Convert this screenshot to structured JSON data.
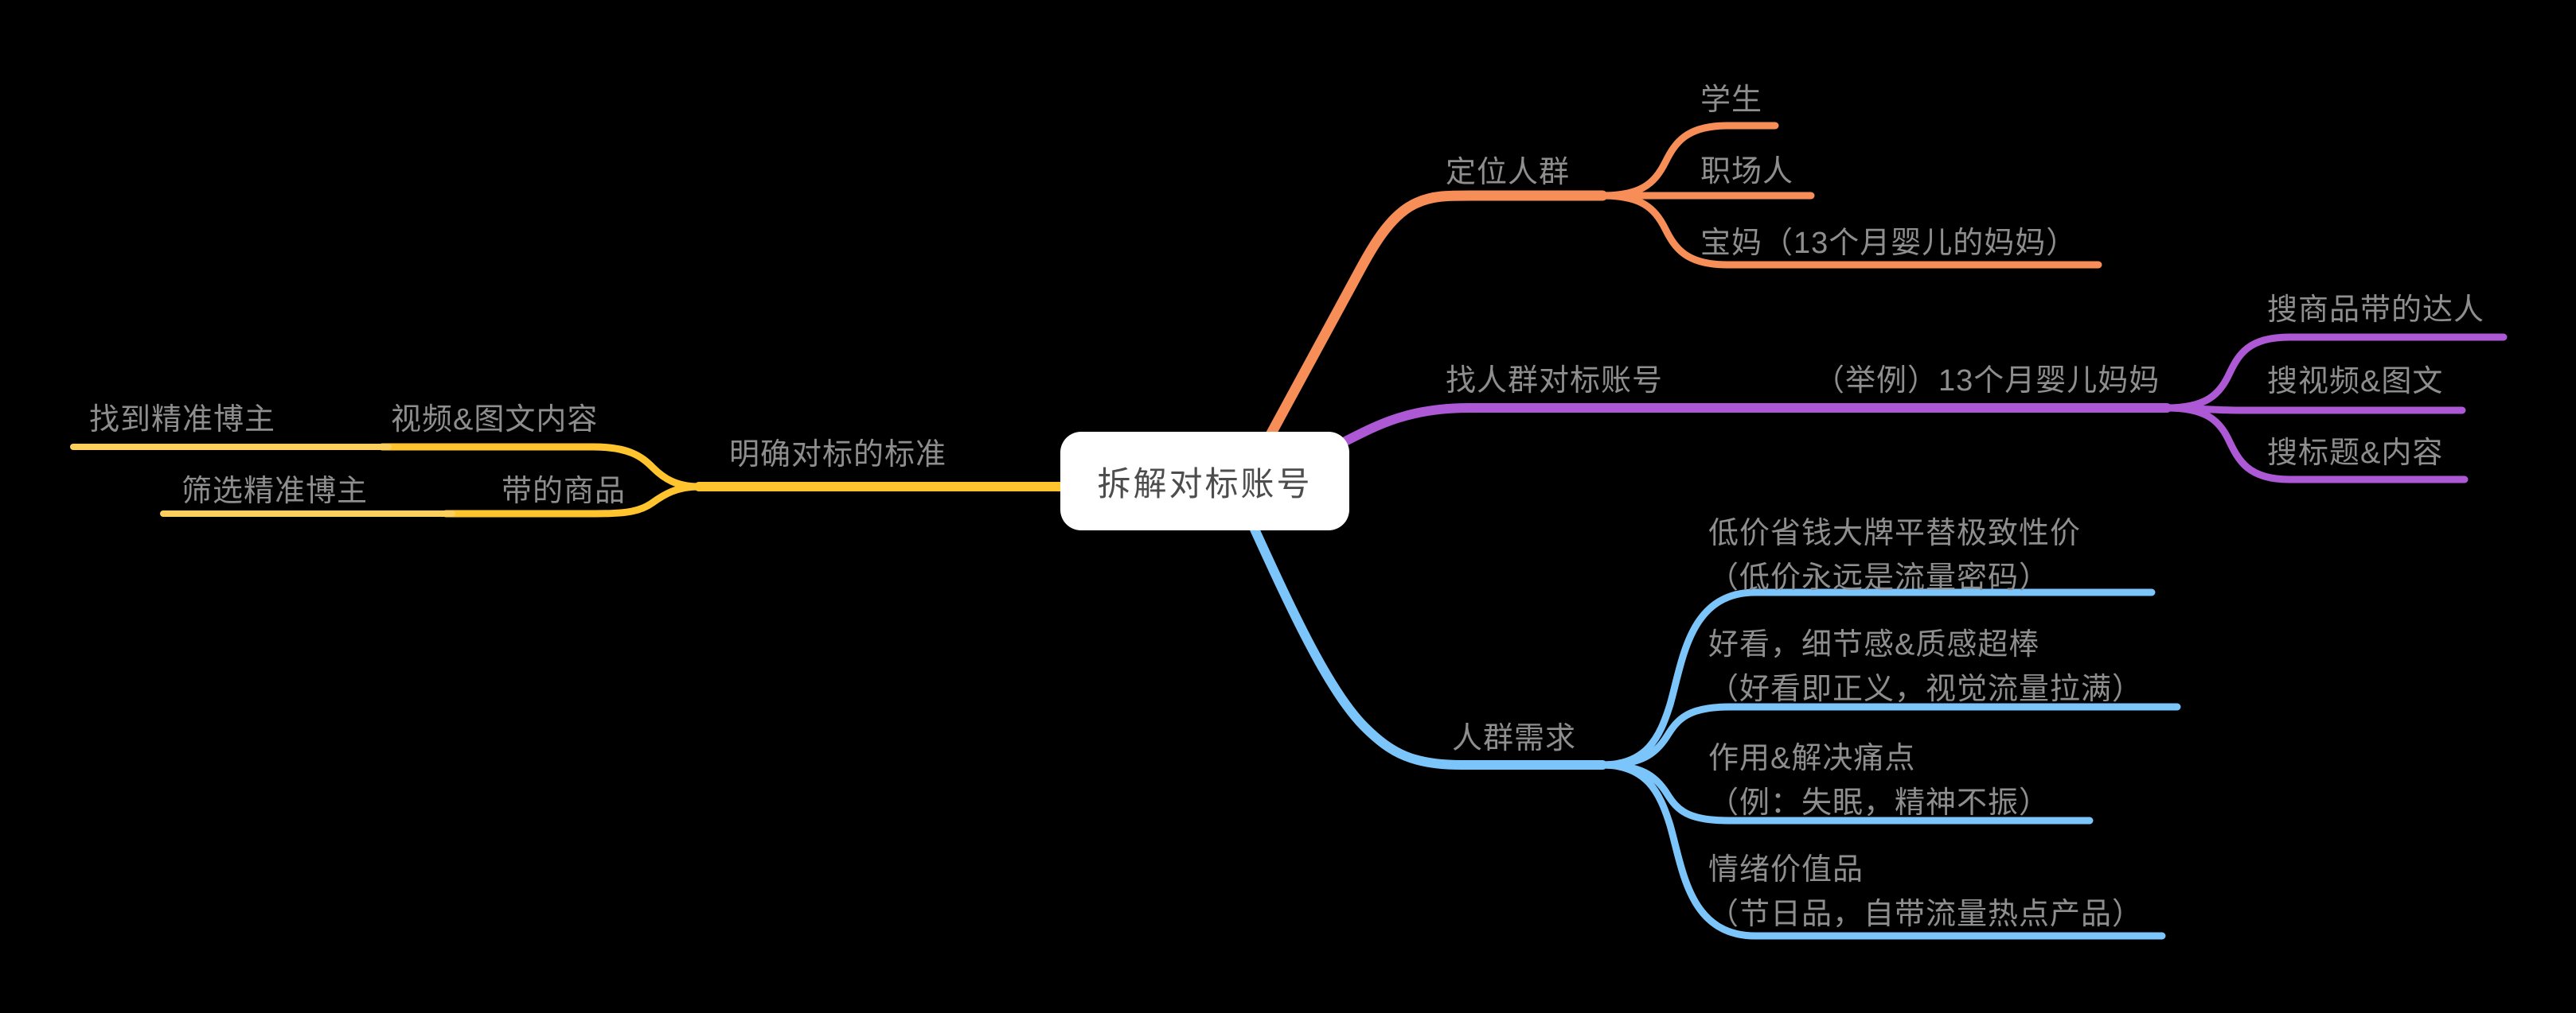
{
  "app": {
    "type": "mind-map"
  },
  "colors": {
    "background": "#000000",
    "orange": "#f78e58",
    "purple": "#ad58d5",
    "blue": "#7cc5fa",
    "yellow": "#ffc42e",
    "yellow_light": "#fdcf5d",
    "label_text": "#8e8e8e",
    "root_text": "#4d4d4d",
    "root_bg": "#ffffff"
  },
  "root": {
    "label": "拆解对标账号"
  },
  "branches": {
    "audience": {
      "label": "定位人群",
      "children": [
        "学生",
        "职场人",
        "宝妈（13个月婴儿的妈妈）"
      ]
    },
    "benchmark_accounts": {
      "label": "找人群对标账号",
      "example": "（举例）13个月婴儿妈妈",
      "children": [
        "搜商品带的达人",
        "搜视频&图文",
        "搜标题&内容"
      ]
    },
    "needs": {
      "label": "人群需求",
      "children": [
        "低价省钱大牌平替极致性价\n（低价永远是流量密码）",
        "好看，细节感&质感超棒\n（好看即正义，视觉流量拉满）",
        "作用&解决痛点\n（例：失眠，精神不振）",
        "情绪价值品\n（节日品，自带流量热点产品）"
      ]
    },
    "standard": {
      "label": "明确对标的标准",
      "children": [
        {
          "label": "视频&图文内容",
          "child": "找到精准博主"
        },
        {
          "label": "带的商品",
          "child": "筛选精准博主"
        }
      ]
    }
  }
}
